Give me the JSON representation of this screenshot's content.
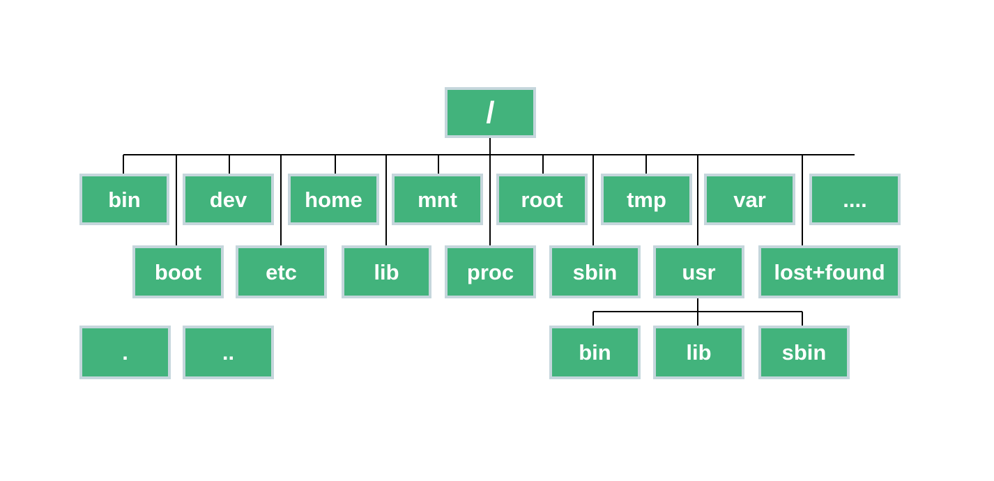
{
  "root": {
    "label": "/"
  },
  "top_row": [
    {
      "id": "bin",
      "label": "bin"
    },
    {
      "id": "dev",
      "label": "dev"
    },
    {
      "id": "home",
      "label": "home"
    },
    {
      "id": "mnt",
      "label": "mnt"
    },
    {
      "id": "root",
      "label": "root"
    },
    {
      "id": "tmp",
      "label": "tmp"
    },
    {
      "id": "var",
      "label": "var"
    },
    {
      "id": "more",
      "label": "...."
    }
  ],
  "second_row": [
    {
      "id": "boot",
      "label": "boot"
    },
    {
      "id": "etc",
      "label": "etc"
    },
    {
      "id": "lib",
      "label": "lib"
    },
    {
      "id": "proc",
      "label": "proc"
    },
    {
      "id": "sbin",
      "label": "sbin"
    },
    {
      "id": "usr",
      "label": "usr"
    },
    {
      "id": "lost-found",
      "label": "lost+found"
    }
  ],
  "special_entries": [
    {
      "id": "current-dir",
      "label": "."
    },
    {
      "id": "parent-dir",
      "label": ".."
    }
  ],
  "usr_children": [
    {
      "id": "usr-bin",
      "label": "bin"
    },
    {
      "id": "usr-lib",
      "label": "lib"
    },
    {
      "id": "usr-sbin",
      "label": "sbin"
    }
  ],
  "colors": {
    "node_fill": "#42b37c",
    "node_border": "#c5d6dc",
    "node_text": "#ffffff",
    "connector": "#000000",
    "background": "#ffffff"
  }
}
